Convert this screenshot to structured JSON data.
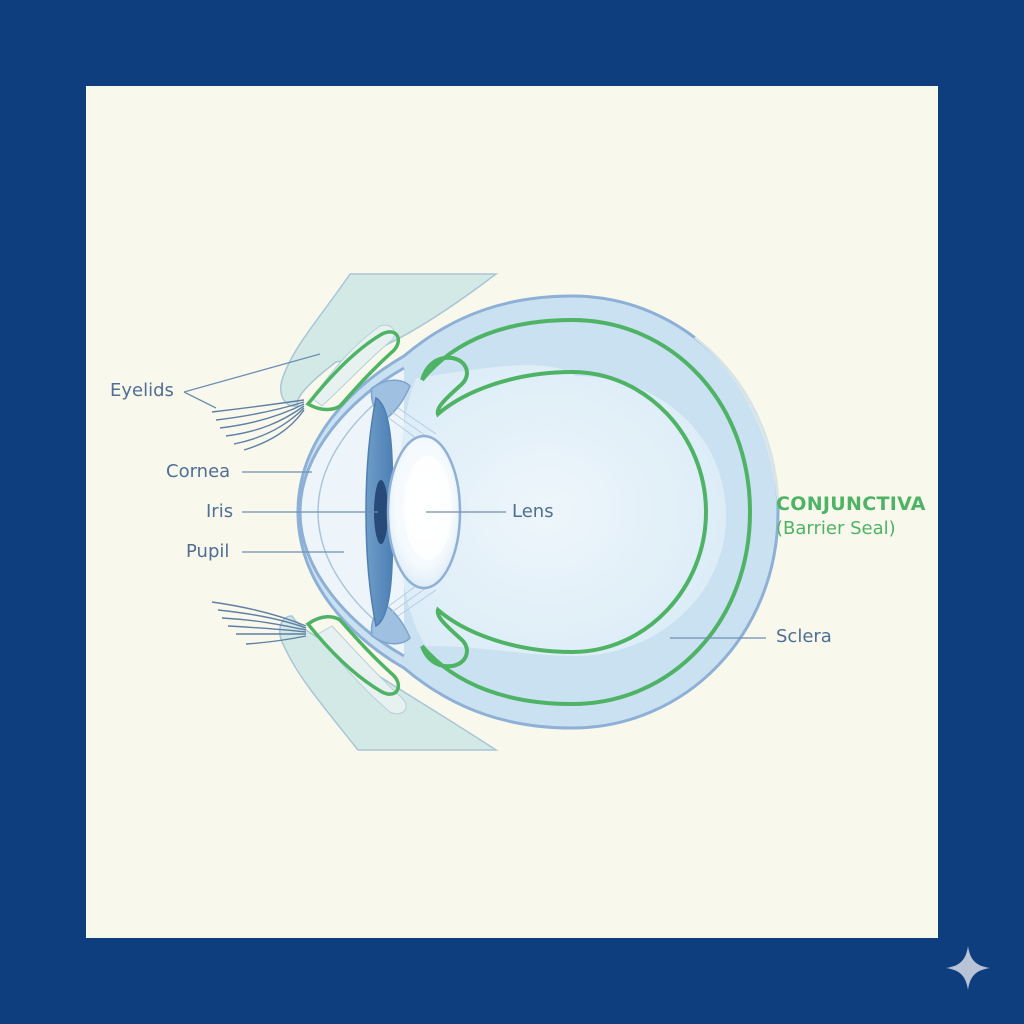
{
  "labels": {
    "eyelids": "Eyelids",
    "cornea": "Cornea",
    "iris": "Iris",
    "pupil": "Pupil",
    "lens": "Lens",
    "conjunctiva": "CONJUNCTIVA",
    "conjunctiva_sub": "(Barrier Seal)",
    "sclera": "Sclera"
  },
  "colors": {
    "frame": "#0f3e7e",
    "background": "#f8f9ec",
    "label": "#4f6f95",
    "conjunctiva_green": "#4fb366",
    "outline_blue": "#8eb0d6",
    "sclera_fill": "#c9e1f1",
    "inner_fill": "#e6f2fa"
  },
  "icons": {
    "corner": "sparkle-icon"
  }
}
